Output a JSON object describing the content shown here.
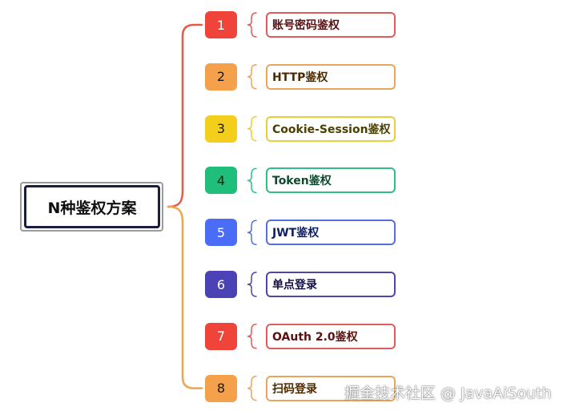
{
  "root": {
    "label": "N种鉴权方案"
  },
  "branches": [
    {
      "num": "1",
      "label": "账号密码鉴权",
      "badge_color": "#f0433a",
      "num_color": "#ffffff",
      "border_color": "#e05c5c",
      "text_color": "#5a1010",
      "bracket_color": "#e05c5c"
    },
    {
      "num": "2",
      "label": "HTTP鉴权",
      "badge_color": "#f5a04a",
      "num_color": "#1a1a1a",
      "border_color": "#eaa55c",
      "text_color": "#4d2a00",
      "bracket_color": "#eaa55c"
    },
    {
      "num": "3",
      "label": "Cookie-Session鉴权",
      "badge_color": "#f3cf1c",
      "num_color": "#1a1a1a",
      "border_color": "#e8cf3a",
      "text_color": "#4a3f00",
      "bracket_color": "#e8cf3a"
    },
    {
      "num": "4",
      "label": "Token鉴权",
      "badge_color": "#1fbf7b",
      "num_color": "#1a1a1a",
      "border_color": "#2fbf85",
      "text_color": "#0b4a2e",
      "bracket_color": "#2fbf85"
    },
    {
      "num": "5",
      "label": "JWT鉴权",
      "badge_color": "#4a6cf7",
      "num_color": "#ffffff",
      "border_color": "#5570d8",
      "text_color": "#0f1f66",
      "bracket_color": "#5570d8"
    },
    {
      "num": "6",
      "label": "单点登录",
      "badge_color": "#4b42b5",
      "num_color": "#ffffff",
      "border_color": "#4b48a8",
      "text_color": "#141044",
      "bracket_color": "#4b48a8"
    },
    {
      "num": "7",
      "label": "OAuth 2.0鉴权",
      "badge_color": "#f0433a",
      "num_color": "#ffffff",
      "border_color": "#e05c5c",
      "text_color": "#5a1010",
      "bracket_color": "#e05c5c"
    },
    {
      "num": "8",
      "label": "扫码登录",
      "badge_color": "#f5a04a",
      "num_color": "#1a1a1a",
      "border_color": "#eaa55c",
      "text_color": "#4d2a00",
      "bracket_color": "#eaa55c"
    }
  ],
  "connector_colors": {
    "upper": "#e85a47",
    "lower": "#f0a54c"
  },
  "watermark": "掘金技术社区 @ JavaAiSouth"
}
